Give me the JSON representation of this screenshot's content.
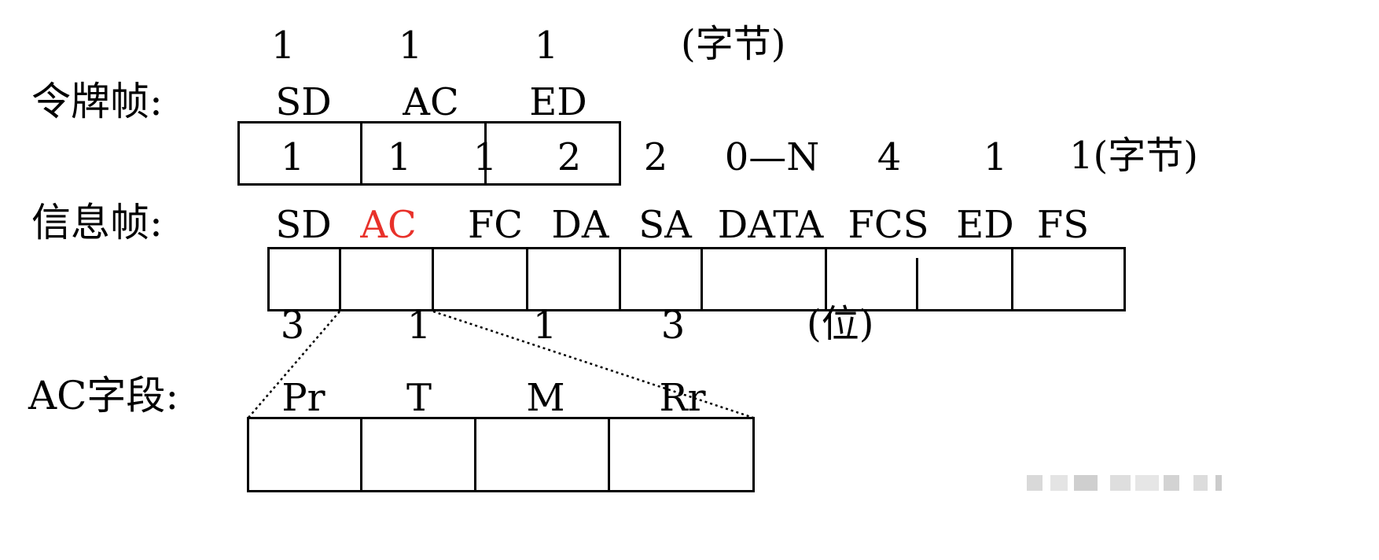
{
  "labels": {
    "token_frame": "令牌帧:",
    "info_frame": "信息帧:",
    "ac_field": "AC字段:"
  },
  "token_frame": {
    "sizes": [
      "1",
      "1",
      "1"
    ],
    "unit": "(字节)",
    "fields": [
      "SD",
      "AC",
      "ED"
    ]
  },
  "info_frame": {
    "sizes": [
      "1",
      "1",
      "1",
      "2",
      "2",
      "0—N",
      "4",
      "1"
    ],
    "last_size_unit": "1(字节)",
    "fields": [
      "SD",
      "AC",
      "FC",
      "DA",
      "SA",
      "DATA",
      "FCS",
      "ED",
      "FS"
    ]
  },
  "ac_field": {
    "sizes": [
      "3",
      "1",
      "1",
      "3"
    ],
    "unit": "(位)",
    "fields": [
      "Pr",
      "T",
      "M",
      "Rr"
    ]
  },
  "colors": {
    "highlight": "#e8312a",
    "line": "#000000"
  }
}
